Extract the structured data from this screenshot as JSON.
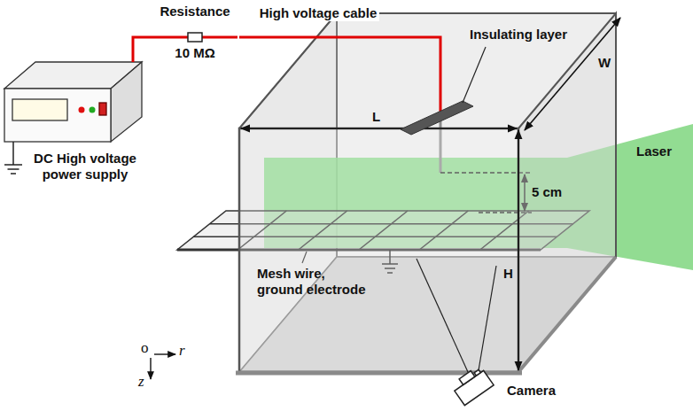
{
  "diagram": {
    "nodes": [
      {
        "text": [
          "DC High voltage power supply"
        ]
      },
      {
        "text": [
          "Resistance",
          "10 MΩ"
        ]
      },
      {
        "text": [
          "Insulating layer"
        ]
      }
    ],
    "edges": [
      {
        "from": 0,
        "to": 1,
        "arrow": "none"
      },
      {
        "from": 1,
        "to": 2,
        "arrow": "none",
        "label": "High voltage cable"
      }
    ],
    "labels": [
      "L",
      "W",
      "Laser",
      "5 cm",
      "H",
      "Mesh wire, ground electrode",
      "Camera",
      "o",
      "r",
      "z"
    ]
  }
}
